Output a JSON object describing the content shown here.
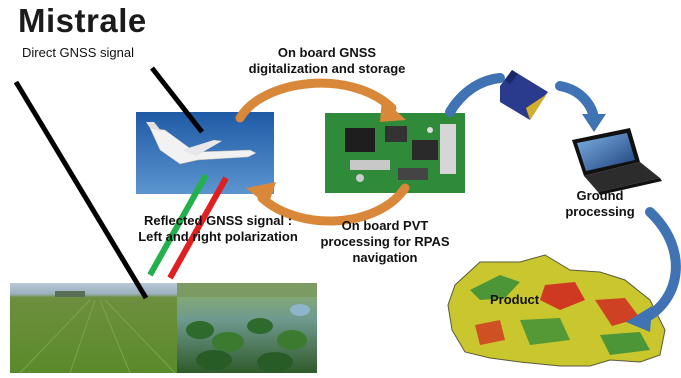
{
  "title": "Mistrale",
  "labels": {
    "direct_signal": "Direct GNSS signal",
    "onboard_gnss_line1": "On board GNSS",
    "onboard_gnss_line2": "digitalization and storage",
    "reflected_line1": "Reflected GNSS signal :",
    "reflected_line2": "Left and right polarization",
    "pvt_line1": "On board PVT",
    "pvt_line2": "processing for RPAS",
    "pvt_line3": "navigation",
    "ground_line1": "Ground",
    "ground_line2": "processing",
    "product": "Product"
  },
  "colors": {
    "orange_arrow": "#d9883a",
    "blue_arrow": "#3f73b3",
    "sky": "#2f6fb6",
    "pcb": "#2f8a3a",
    "sd_card": "#2a3a8c",
    "signal_green": "#22b14c",
    "signal_red": "#e02020"
  }
}
